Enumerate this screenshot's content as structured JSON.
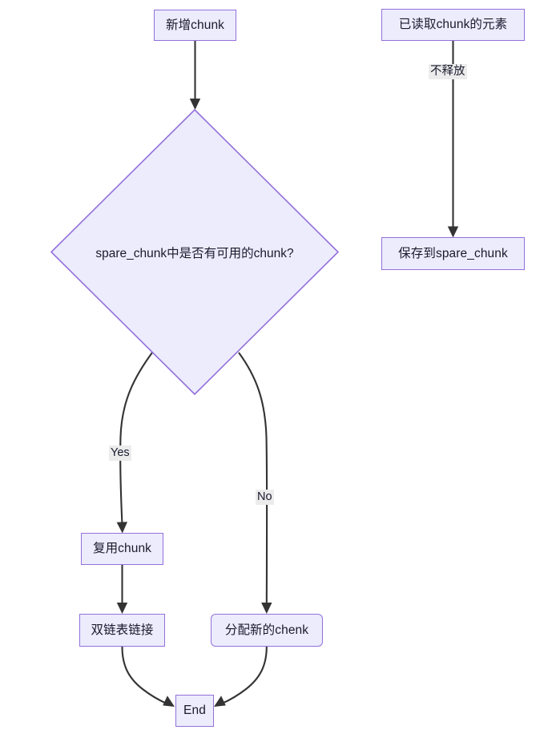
{
  "diagram": {
    "type": "flowchart",
    "title": "",
    "theme": {
      "node_fill": "#ECECFD",
      "node_border": "#9370DB",
      "edge_color": "#333333",
      "edge_label_bg": "#ECECEC",
      "text_color": "#1a1a2e",
      "background": "#ffffff"
    },
    "nodes": [
      {
        "id": "new_chunk",
        "label": "新增chunk",
        "shape": "rect"
      },
      {
        "id": "decision",
        "label": "spare_chunk中是否有可用的chunk?",
        "shape": "diamond"
      },
      {
        "id": "reuse_chunk",
        "label": "复用chunk",
        "shape": "rect"
      },
      {
        "id": "link_list",
        "label": "双链表链接",
        "shape": "rect"
      },
      {
        "id": "alloc_chunk",
        "label": "分配新的chenk",
        "shape": "rounded-rect"
      },
      {
        "id": "end",
        "label": "End",
        "shape": "rect"
      },
      {
        "id": "read_elements",
        "label": "已读取chunk的元素",
        "shape": "rect"
      },
      {
        "id": "save_spare",
        "label": "保存到spare_chunk",
        "shape": "rect"
      }
    ],
    "edges": [
      {
        "from": "new_chunk",
        "to": "decision",
        "label": ""
      },
      {
        "from": "decision",
        "to": "reuse_chunk",
        "label": "Yes"
      },
      {
        "from": "decision",
        "to": "alloc_chunk",
        "label": "No"
      },
      {
        "from": "reuse_chunk",
        "to": "link_list",
        "label": ""
      },
      {
        "from": "link_list",
        "to": "end",
        "label": ""
      },
      {
        "from": "alloc_chunk",
        "to": "end",
        "label": ""
      },
      {
        "from": "read_elements",
        "to": "save_spare",
        "label": "不释放"
      }
    ],
    "edge_labels": {
      "yes": "Yes",
      "no": "No",
      "no_release": "不释放"
    }
  }
}
